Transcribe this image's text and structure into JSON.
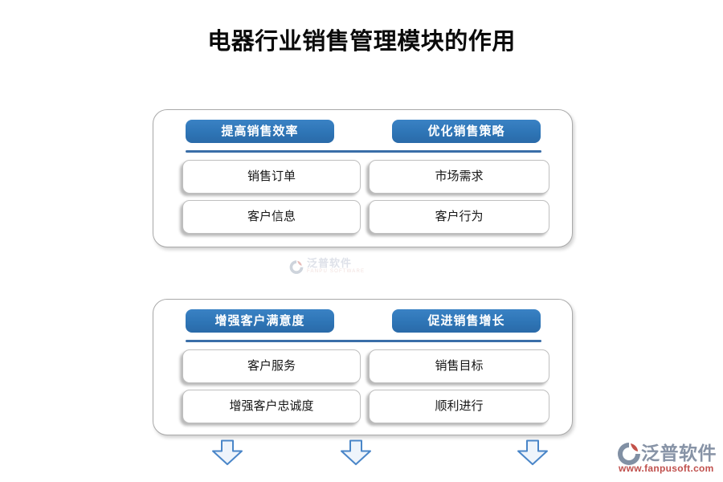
{
  "title": "电器行业销售管理模块的作用",
  "groups": [
    {
      "columns": [
        {
          "header": "提高销售效率",
          "items": [
            "销售订单",
            "客户信息"
          ]
        },
        {
          "header": "优化销售策略",
          "items": [
            "市场需求",
            "客户行为"
          ]
        }
      ]
    },
    {
      "columns": [
        {
          "header": "增强客户满意度",
          "items": [
            "客户服务",
            "增强客户忠诚度"
          ]
        },
        {
          "header": "促进销售增长",
          "items": [
            "销售目标",
            "顺利进行"
          ]
        }
      ]
    }
  ],
  "watermark": {
    "brand": "泛普软件",
    "subtitle": "FANPU SOFTWARE"
  },
  "footer": {
    "brand": "泛普软件",
    "url": "www.fanpusoft.com"
  },
  "icons": {
    "arrows": "down-block-arrow x3",
    "logo": "fanpu-circle-logo"
  },
  "colors": {
    "header_blue": "#2E75B6",
    "underline_blue": "#3A6EA8",
    "arrow_blue": "#4A86C8",
    "brand_gray": "#8793A6",
    "url_red": "#C0504D"
  }
}
